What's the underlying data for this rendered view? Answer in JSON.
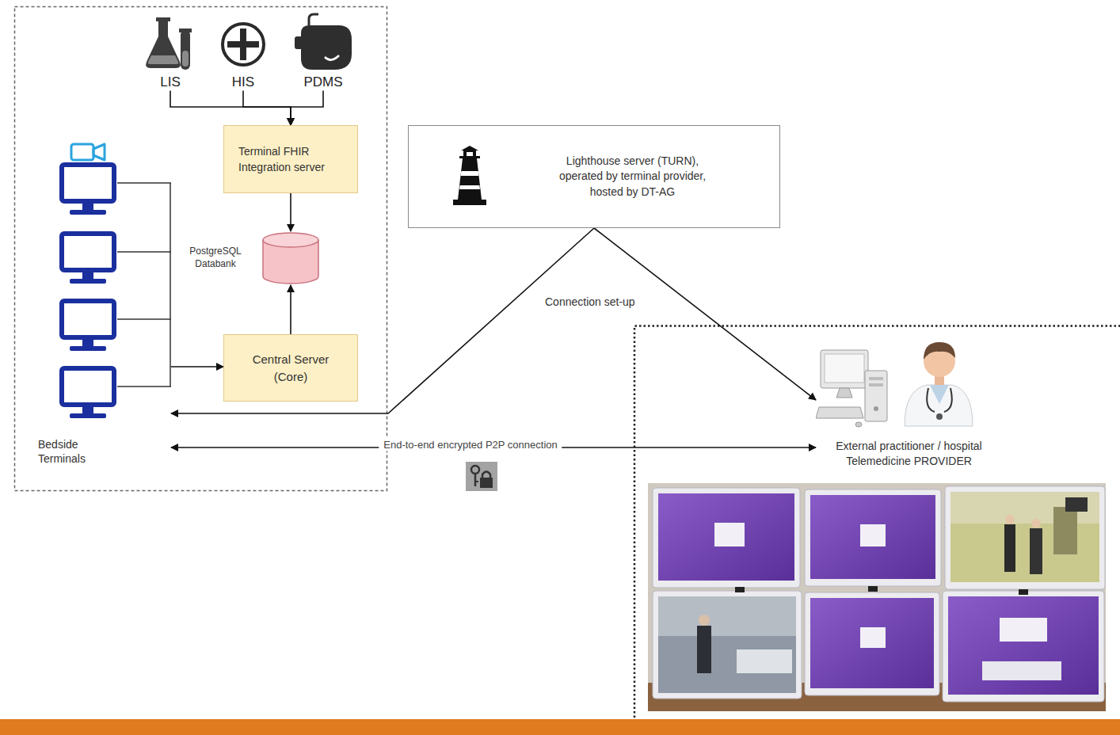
{
  "diagram": {
    "nodes": [
      {
        "text": [
          "LIS"
        ]
      },
      {
        "text": [
          "HIS"
        ]
      },
      {
        "text": [
          "PDMS"
        ]
      },
      {
        "text": [
          "Terminal FHIR Integration server"
        ]
      },
      {
        "text": [
          "Lighthouse server (TURN), operated by terminal provider, hosted by DT-AG"
        ]
      },
      {
        "text": [
          "PostgreSQL Databank"
        ]
      },
      {
        "text": [
          "Central Server (Core)"
        ]
      },
      {
        "text": [
          "Bedside Terminals"
        ]
      },
      {
        "text": [
          "External practitioner / hospital Telemedicine PROVIDER"
        ]
      }
    ],
    "edges": [
      {
        "from": 0,
        "to": 3,
        "arrow": "to"
      },
      {
        "from": 1,
        "to": 3,
        "arrow": "to"
      },
      {
        "from": 2,
        "to": 3,
        "arrow": "to"
      },
      {
        "from": 3,
        "to": 5,
        "arrow": "to"
      },
      {
        "from": 6,
        "to": 5,
        "arrow": "to"
      },
      {
        "from": 7,
        "to": 6,
        "arrow": "to"
      },
      {
        "from": 4,
        "to": 7,
        "arrow": "to"
      },
      {
        "from": 4,
        "to": 8,
        "arrow": "to"
      },
      {
        "from": 7,
        "to": 8,
        "arrow": "both",
        "label": "End-to-end encrypted P2P connection"
      }
    ],
    "labels": [
      "Connection set-up"
    ]
  }
}
